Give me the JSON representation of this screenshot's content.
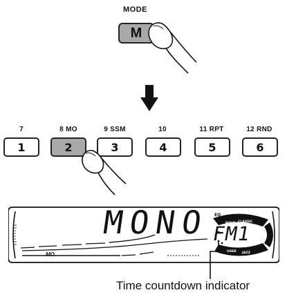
{
  "mode_button": {
    "caption": "MODE",
    "label": "M"
  },
  "preset_keys": [
    {
      "label": "7",
      "number": "1",
      "active": false
    },
    {
      "label": "8 MO",
      "number": "2",
      "active": true
    },
    {
      "label": "9 SSM",
      "number": "3",
      "active": false
    },
    {
      "label": "10",
      "number": "4",
      "active": false
    },
    {
      "label": "11 RPT",
      "number": "5",
      "active": false
    },
    {
      "label": "12 RND",
      "number": "6",
      "active": false
    }
  ],
  "display": {
    "main_text": "MONO",
    "mono_indicator": "MO",
    "band": "FM1",
    "eq_label": "EQ",
    "eq_modes": [
      "ROCK",
      "CLASSIC",
      "USER",
      "JAZZ"
    ]
  },
  "caption": "Time countdown indicator",
  "colors": {
    "button_gray": "#a9a9a9",
    "ink": "#111111"
  }
}
